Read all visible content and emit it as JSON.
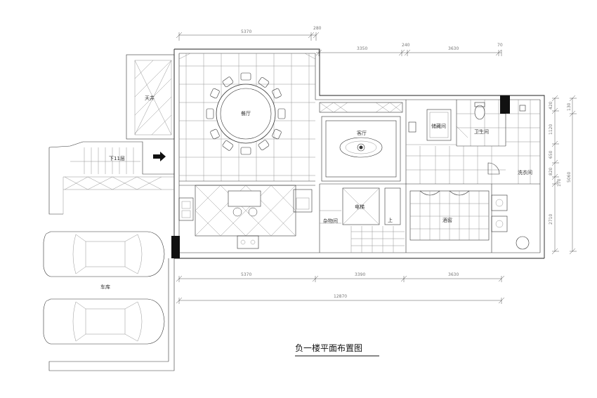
{
  "labels": {
    "skylight": "天井",
    "dining_room": "餐厅",
    "downstairs": "下11层",
    "living_room": "客厅",
    "storage": "储藏间",
    "bathroom": "卫生间",
    "laundry": "洗衣间",
    "elevator": "电梯",
    "sundries": "杂物间",
    "up": "上",
    "wine_cellar": "酒窖",
    "garage": "车库"
  },
  "dimensions": {
    "top_a": "5370",
    "top_b": "280",
    "top_c": "3350",
    "top_d": "240",
    "top_e": "3630",
    "top_f": "70",
    "bottom_a": "5370",
    "bottom_b": "3390",
    "bottom_c": "3630",
    "total": "12870",
    "right_a": "420",
    "right_b": "1120",
    "right_c": "650",
    "right_d": "820",
    "right_e": "170",
    "right_f": "2710",
    "right_total": "5060",
    "right_g": "130"
  },
  "title": "负一楼平面布置图"
}
